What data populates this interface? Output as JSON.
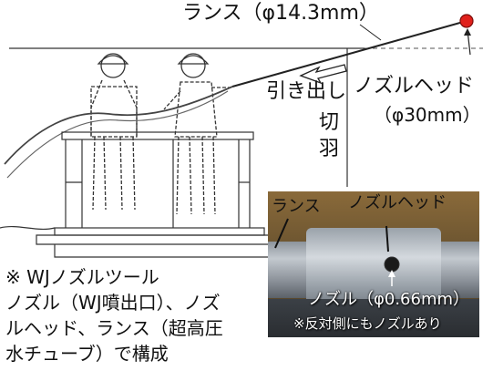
{
  "labels": {
    "lance": "ランス（φ14.3mm）",
    "nozzle_head": "ノズルヘッド",
    "nozzle_head_dia": "（φ30mm）",
    "pull_out_1": "引き出し",
    "pull_out_2": "切",
    "pull_out_3": "羽"
  },
  "photo": {
    "lance": "ランス",
    "nozzle_head": "ノズルヘッド",
    "nozzle": "ノズル（φ0.66mm）",
    "note": "※反対側にもノズルあり"
  },
  "note": {
    "line1": "※ WJノズルツール",
    "line2": "ノズル（WJ噴出口）、ノズ",
    "line3": "ルヘッド、ランス（超高圧",
    "line4": "水チューブ）で構成"
  },
  "colors": {
    "nozzle_dot": "#e0201b",
    "line": "#222222"
  }
}
